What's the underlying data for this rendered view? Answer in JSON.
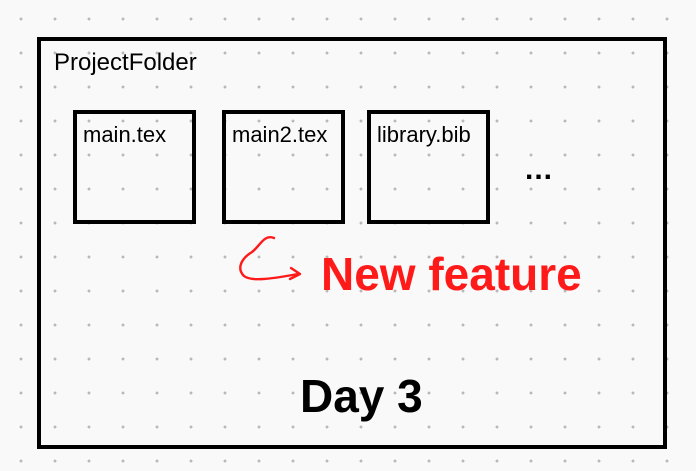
{
  "folder": {
    "title": "ProjectFolder",
    "files": [
      {
        "name": "main.tex"
      },
      {
        "name": "main2.tex"
      },
      {
        "name": "library.bib"
      }
    ],
    "more": "..."
  },
  "annotation": {
    "text": "New feature",
    "color": "#ff1a1a",
    "arrow_icon": "curved-arrow-icon"
  },
  "day_label": "Day 3"
}
